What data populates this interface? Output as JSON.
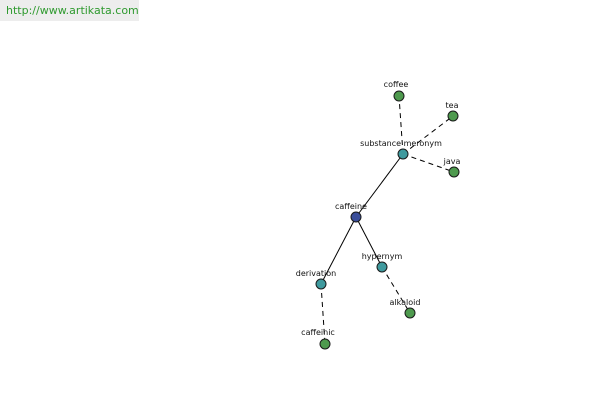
{
  "banner": {
    "url_text": "http://www.artikata.com"
  },
  "colors": {
    "center_node": "#3a4e9a",
    "relation_node": "#3f9a9e",
    "leaf_node": "#4e9a4e",
    "banner_text": "#2f9a2f",
    "banner_bg": "#ededed"
  },
  "graph": {
    "nodes": [
      {
        "id": "caffeine",
        "label": "caffeine",
        "kind": "center"
      },
      {
        "id": "substance_meronym",
        "label": "substance meronym",
        "kind": "relation"
      },
      {
        "id": "hypernym",
        "label": "hypernym",
        "kind": "relation"
      },
      {
        "id": "derivation",
        "label": "derivation",
        "kind": "relation"
      },
      {
        "id": "coffee",
        "label": "coffee",
        "kind": "leaf"
      },
      {
        "id": "tea",
        "label": "tea",
        "kind": "leaf"
      },
      {
        "id": "java",
        "label": "java",
        "kind": "leaf"
      },
      {
        "id": "alkaloid",
        "label": "alkaloid",
        "kind": "leaf"
      },
      {
        "id": "caffeinic",
        "label": "caffeinic",
        "kind": "leaf"
      }
    ],
    "edges": [
      {
        "from": "caffeine",
        "to": "substance_meronym",
        "style": "solid"
      },
      {
        "from": "caffeine",
        "to": "hypernym",
        "style": "solid"
      },
      {
        "from": "caffeine",
        "to": "derivation",
        "style": "solid"
      },
      {
        "from": "substance_meronym",
        "to": "coffee",
        "style": "dashed"
      },
      {
        "from": "substance_meronym",
        "to": "tea",
        "style": "dashed"
      },
      {
        "from": "substance_meronym",
        "to": "java",
        "style": "dashed"
      },
      {
        "from": "hypernym",
        "to": "alkaloid",
        "style": "dashed"
      },
      {
        "from": "derivation",
        "to": "caffeinic",
        "style": "dashed"
      }
    ]
  }
}
